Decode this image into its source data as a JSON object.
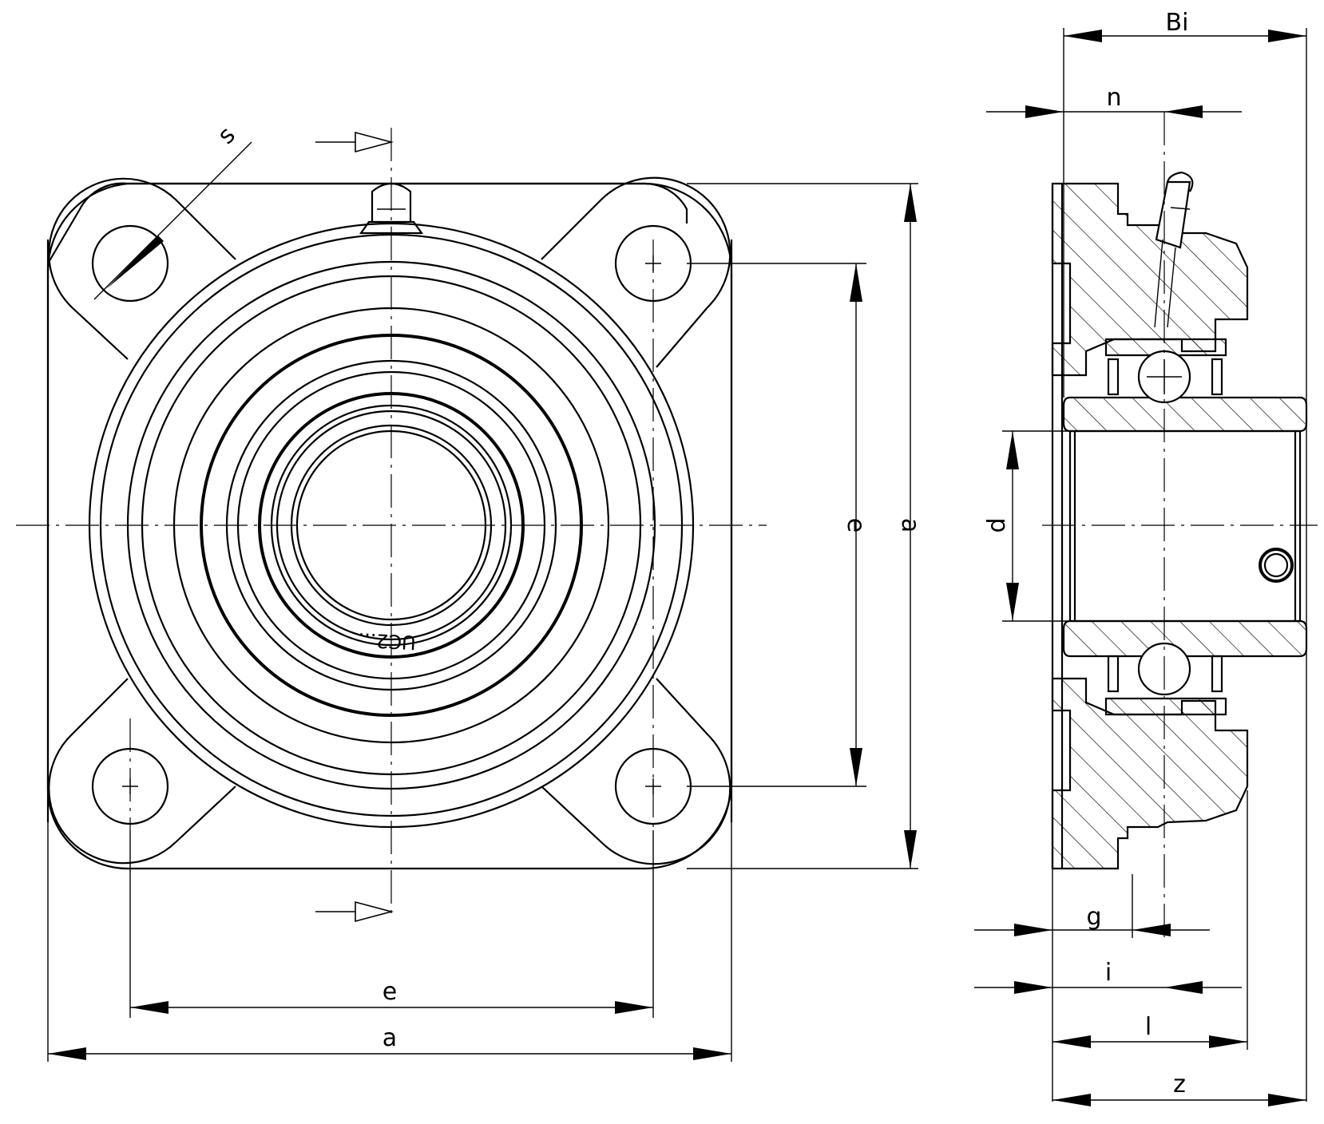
{
  "labels": {
    "s": "s",
    "e_vertical": "e",
    "a_vertical": "a",
    "e_horizontal": "e",
    "a_horizontal": "a",
    "d": "d",
    "bi": "Bi",
    "n": "n",
    "g": "g",
    "i": "i",
    "l": "l",
    "z": "z",
    "insert_marking": "UC2..."
  }
}
